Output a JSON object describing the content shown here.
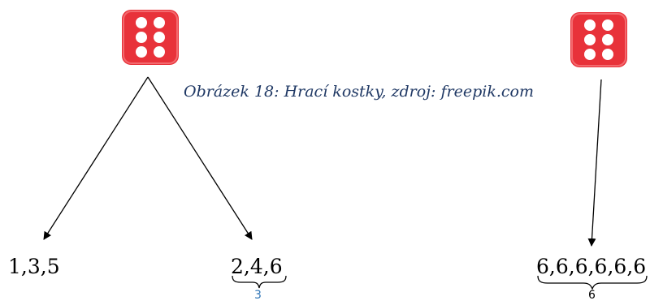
{
  "caption": "Obrázek 18: Hrací kostky, zdroj: freepik.com",
  "colors": {
    "die_red": "#e8323a",
    "caption": "#1f3864",
    "count_blue": "#2e74b5",
    "count_black": "#000000"
  },
  "dice": [
    {
      "face": 6,
      "icon": "die-six-icon"
    },
    {
      "face": 6,
      "icon": "die-six-icon"
    }
  ],
  "outcomes": {
    "odd": {
      "text": "1,3,5"
    },
    "even": {
      "text": "2,4,6",
      "count": "3"
    },
    "sixes": {
      "text": "6,6,6,6,6,6",
      "count": "6"
    }
  }
}
